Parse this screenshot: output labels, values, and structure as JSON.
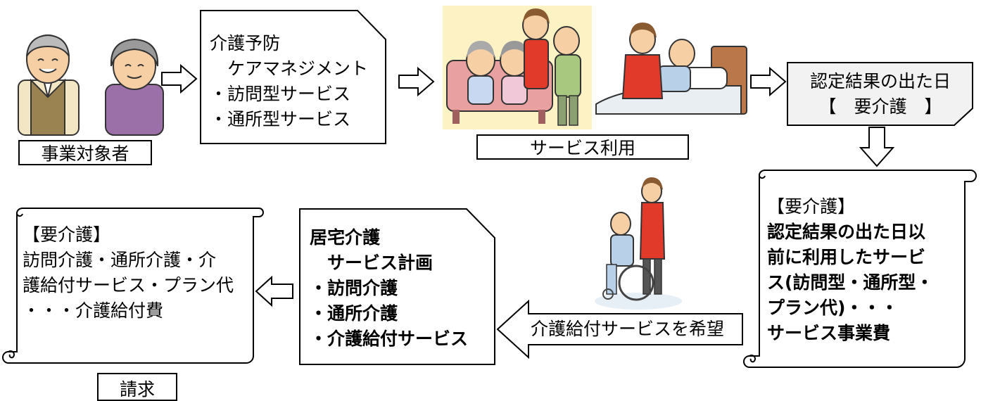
{
  "top_row": {
    "target_label": "事業対象者",
    "prevention_box": [
      "介護予防",
      "　ケアマネジメント",
      "・訪問型サービス",
      "・通所型サービス"
    ],
    "service_use_label": "サービス利用",
    "certification_box": [
      "認定結果の出た日",
      "【　要介護　】"
    ]
  },
  "bottom_row": {
    "prior_services_scroll": {
      "heading": "【要介護】",
      "lines": [
        "認定結果の出た日以",
        "前に利用したサービ",
        "ス(訪問型・通所型・",
        "プラン代)・・・",
        "サービス事業費"
      ]
    },
    "request_arrow_label": "介護給付サービスを希望",
    "care_plan_box": [
      "居宅介護",
      "　サービス計画",
      "・訪問介護",
      "・通所介護",
      "・介護給付サービス"
    ],
    "benefit_scroll": {
      "heading": "【要介護】",
      "lines": [
        "訪問介護・通所介護・介",
        "護給付サービス・プラン代",
        "・・・介護給付費"
      ]
    },
    "billing_label": "請求"
  },
  "colors": {
    "certification_fill": "#f2f2f2",
    "illustration_bg": "#fdf2c4",
    "sofa": "#e8a0a0",
    "apron": "#e23a2a"
  }
}
